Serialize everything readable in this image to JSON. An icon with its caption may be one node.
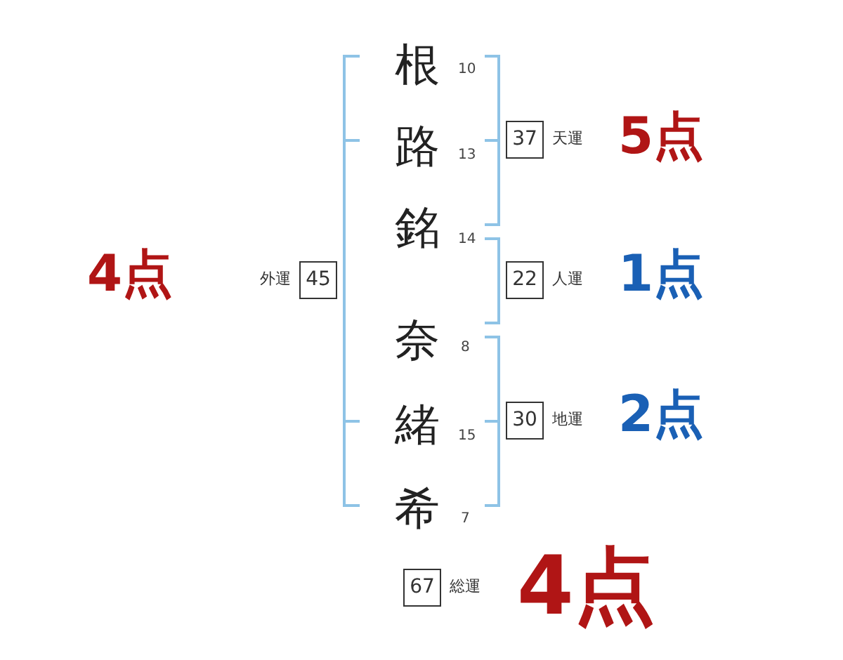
{
  "diagram": {
    "nodes": [
      {
        "text": [
          "37"
        ],
        "beside": [
          "天運"
        ]
      },
      {
        "text": [
          "22"
        ],
        "beside": [
          "人運"
        ]
      },
      {
        "text": [
          "30"
        ],
        "beside": [
          "地運"
        ]
      },
      {
        "text": [
          "45"
        ],
        "beside": [
          "外運"
        ]
      },
      {
        "text": [
          "67"
        ],
        "beside": [
          "総運"
        ]
      }
    ],
    "labels": [
      "根",
      "10",
      "路",
      "13",
      "銘",
      "14",
      "奈",
      "8",
      "緒",
      "15",
      "希",
      "7",
      "5点",
      "4点",
      "1点",
      "2点",
      "4点"
    ]
  }
}
